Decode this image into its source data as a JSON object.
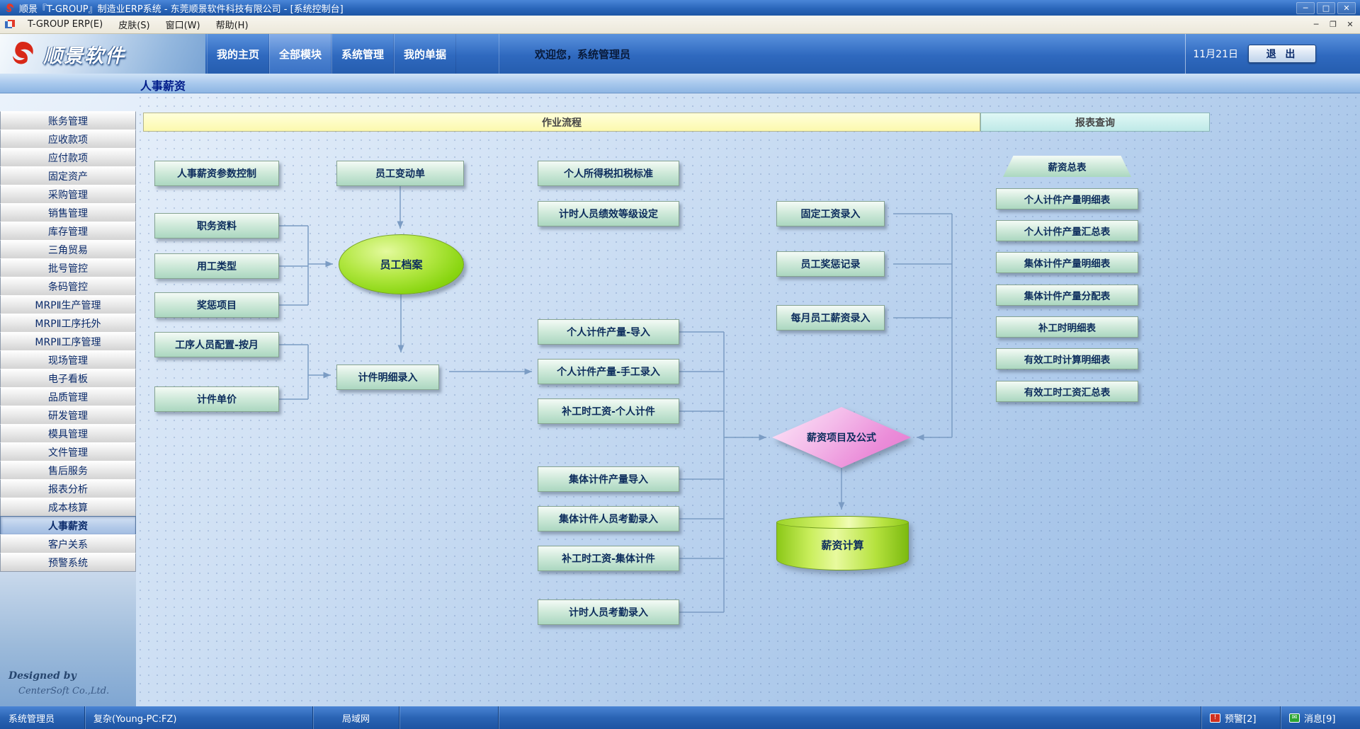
{
  "window": {
    "title": "顺景『T-GROUP』制造业ERP系统 - 东莞顺景软件科技有限公司 - [系统控制台]",
    "minimize": "─",
    "maximize": "□",
    "close": "✕"
  },
  "menubar": {
    "items": [
      "T-GROUP ERP(E)",
      "皮肤(S)",
      "窗口(W)",
      "帮助(H)"
    ],
    "minimize": "─",
    "restore": "❐",
    "close": "✕"
  },
  "header": {
    "brand": "顺景软件",
    "tabs": [
      "我的主页",
      "全部模块",
      "系统管理",
      "我的单据"
    ],
    "welcome": "欢迎您，系统管理员",
    "date": "11月21日",
    "exit": "退 出"
  },
  "subheader": {
    "title": "人事薪资"
  },
  "sidebar": {
    "items": [
      "账务管理",
      "应收款项",
      "应付款项",
      "固定资产",
      "采购管理",
      "销售管理",
      "库存管理",
      "三角贸易",
      "批号管控",
      "条码管控",
      "MRPⅡ生产管理",
      "MRPⅡ工序托外",
      "MRPⅡ工序管理",
      "现场管理",
      "电子看板",
      "品质管理",
      "研发管理",
      "模具管理",
      "文件管理",
      "售后服务",
      "报表分析",
      "成本核算",
      "人事薪资",
      "客户关系",
      "预警系统"
    ],
    "selected": "人事薪资",
    "designed_by": "Designed by",
    "company": "CenterSoft Co.,Ltd."
  },
  "flow": {
    "process_header": "作业流程",
    "reports_header": "报表查询",
    "nodes": {
      "param_control": "人事薪资参数控制",
      "emp_change": "员工变动单",
      "tax_std": "个人所得税扣税标准",
      "grade_set": "计时人员绩效等级设定",
      "job_info": "职务资料",
      "work_type": "用工类型",
      "reward_item": "奖惩项目",
      "emp_file": "员工档案",
      "proc_staff": "工序人员配置-按月",
      "piece_price": "计件单价",
      "piece_detail": "计件明细录入",
      "p_import": "个人计件产量-导入",
      "p_manual": "个人计件产量-手工录入",
      "p_makeup": "补工时工资-个人计件",
      "g_import": "集体计件产量导入",
      "g_attend": "集体计件人员考勤录入",
      "g_makeup": "补工时工资-集体计件",
      "t_attend": "计时人员考勤录入",
      "fixed_salary": "固定工资录入",
      "emp_reward": "员工奖惩记录",
      "monthly_salary": "每月员工薪资录入",
      "salary_formula": "薪资项目及公式",
      "salary_calc": "薪资计算"
    },
    "reports": [
      "薪资总表",
      "个人计件产量明细表",
      "个人计件产量汇总表",
      "集体计件产量明细表",
      "集体计件产量分配表",
      "补工时明细表",
      "有效工时计算明细表",
      "有效工时工资汇总表"
    ]
  },
  "statusbar": {
    "user": "系统管理员",
    "host": "复杂(Young-PC:FZ)",
    "network": "局域网",
    "alerts": "预警[2]",
    "messages": "消息[9]"
  }
}
